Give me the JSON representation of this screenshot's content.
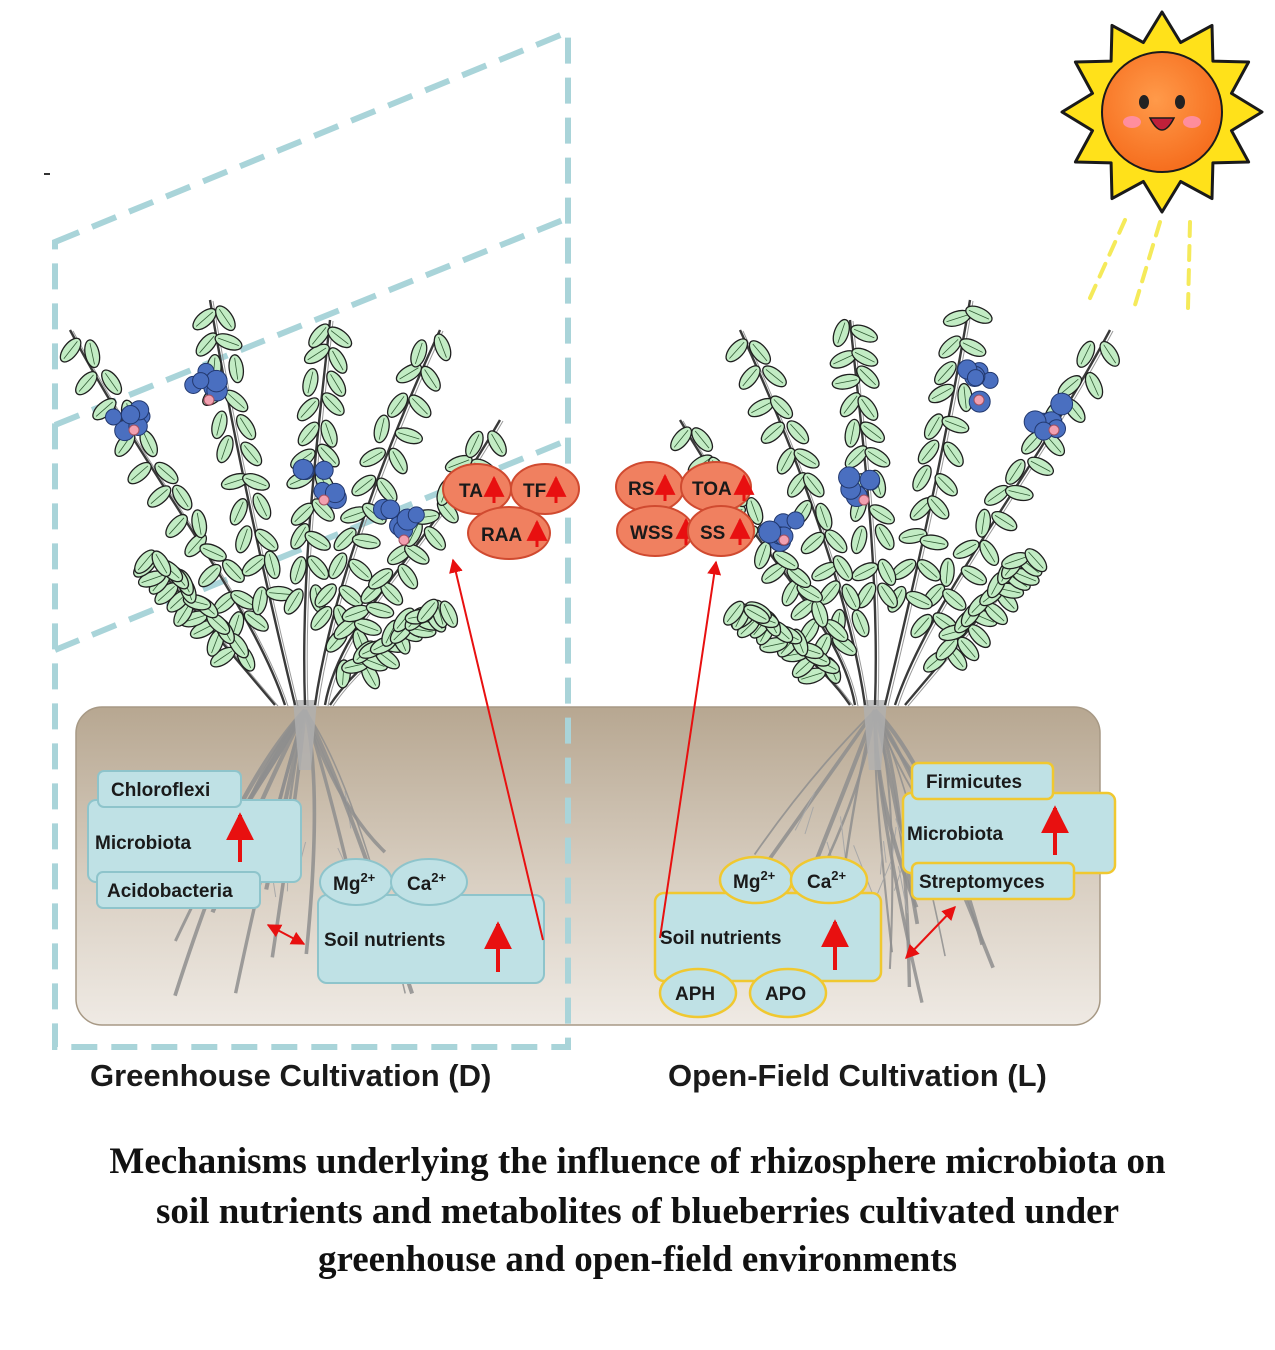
{
  "greenhouse": {
    "label": "Greenhouse Cultivation (D)",
    "metabolites": [
      "TA",
      "TF",
      "RAA"
    ],
    "microbiota": {
      "top": "Chloroflexi",
      "center": "Microbiota",
      "bottom": "Acidobacteria"
    },
    "nutrients": {
      "mg": "Mg",
      "ca": "Ca",
      "charge": "2+",
      "label": "Soil nutrients"
    }
  },
  "openfield": {
    "label": "Open-Field Cultivation (L)",
    "metabolites": [
      "RS",
      "TOA",
      "WSS",
      "SS"
    ],
    "microbiota": {
      "top": "Firmicutes",
      "center": "Microbiota",
      "bottom": "Streptomyces"
    },
    "nutrients": {
      "mg": "Mg",
      "ca": "Ca",
      "charge": "2+",
      "label": "Soil nutrients"
    },
    "enzymes": [
      "APH",
      "APO"
    ]
  },
  "caption": {
    "line1": "Mechanisms underlying the influence of rhizosphere microbiota on",
    "line2": "soil nutrients and metabolites of blueberries cultivated under",
    "line3": "greenhouse and open-field environments"
  },
  "colors": {
    "greenhouse_frame": "#a9d4d9",
    "soil": "#c9bba8",
    "box_fill": "#bfe1e5",
    "metabolite_fill": "#f08060",
    "arrow": "#e81010",
    "openfield_border": "#f0c830",
    "leaf": "#c2ecc4",
    "berry": "#4a6fc0"
  }
}
